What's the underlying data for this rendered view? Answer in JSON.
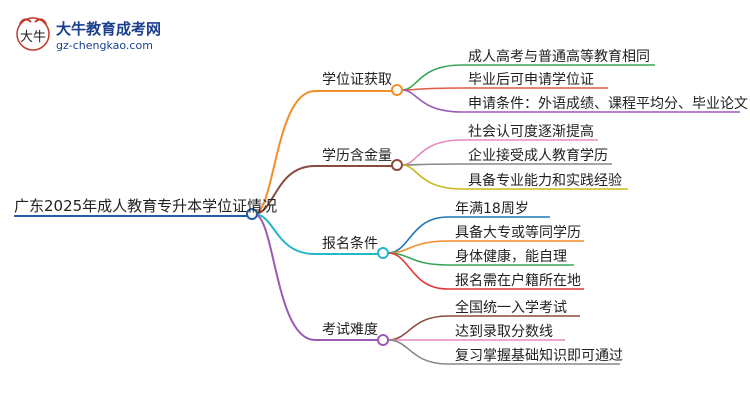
{
  "logo": {
    "mark": "大牛",
    "title": "大牛教育成考网",
    "url": "gz-chengkao.com"
  },
  "root": {
    "label": "广东2025年成人教育专升本学位证情况",
    "color": "#1f5fa8"
  },
  "branches": [
    {
      "label": "学位证获取",
      "color": "#f28e2b",
      "children": [
        {
          "label": "成人高考与普通高等教育相同",
          "color": "#3aa655"
        },
        {
          "label": "毕业后可申请学位证",
          "color": "#e05a47"
        },
        {
          "label": "申请条件：外语成绩、课程平均分、毕业论文",
          "color": "#9b59b6"
        }
      ]
    },
    {
      "label": "学历含金量",
      "color": "#8a4a3c",
      "children": [
        {
          "label": "社会认可度逐渐提高",
          "color": "#e58ac0"
        },
        {
          "label": "企业接受成人教育学历",
          "color": "#888888"
        },
        {
          "label": "具备专业能力和实践经验",
          "color": "#c9b81a"
        }
      ]
    },
    {
      "label": "报名条件",
      "color": "#22b6c8",
      "children": [
        {
          "label": "年满18周岁",
          "color": "#1f77b4"
        },
        {
          "label": "具备大专或等同学历",
          "color": "#f28e2b"
        },
        {
          "label": "身体健康，能自理",
          "color": "#3aa655"
        },
        {
          "label": "报名需在户籍所在地",
          "color": "#e03a3a"
        }
      ]
    },
    {
      "label": "考试难度",
      "color": "#9b59b6",
      "children": [
        {
          "label": "全国统一入学考试",
          "color": "#8a4a3c"
        },
        {
          "label": "达到录取分数线",
          "color": "#e58ac0"
        },
        {
          "label": "复习掌握基础知识即可通过",
          "color": "#888888"
        }
      ]
    }
  ]
}
